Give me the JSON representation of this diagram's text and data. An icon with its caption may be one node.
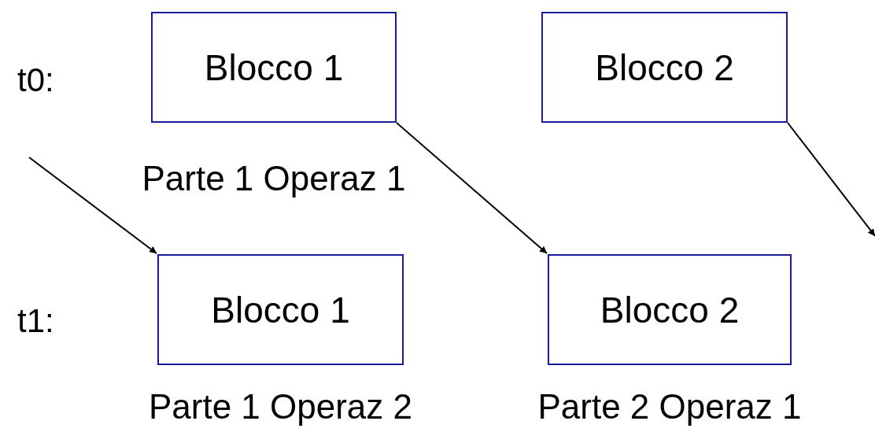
{
  "diagram": {
    "nodes": [
      {
        "text": [
          "Blocco 1"
        ],
        "beside": [
          "Parte 1 Operaz 1"
        ]
      },
      {
        "text": [
          "Blocco 2"
        ]
      },
      {
        "text": [
          "Blocco 1"
        ],
        "beside": [
          "Parte 1 Operaz 2"
        ]
      },
      {
        "text": [
          "Blocco 2"
        ],
        "beside": [
          "Parte 2 Operaz 1"
        ]
      }
    ],
    "edges": [
      {
        "from": null,
        "to": 2,
        "arrow": "to"
      },
      {
        "from": 0,
        "to": 3,
        "arrow": "to"
      },
      {
        "from": 1,
        "to": null,
        "arrow": "to"
      }
    ],
    "labels": [
      "t0:",
      "t1:"
    ]
  }
}
